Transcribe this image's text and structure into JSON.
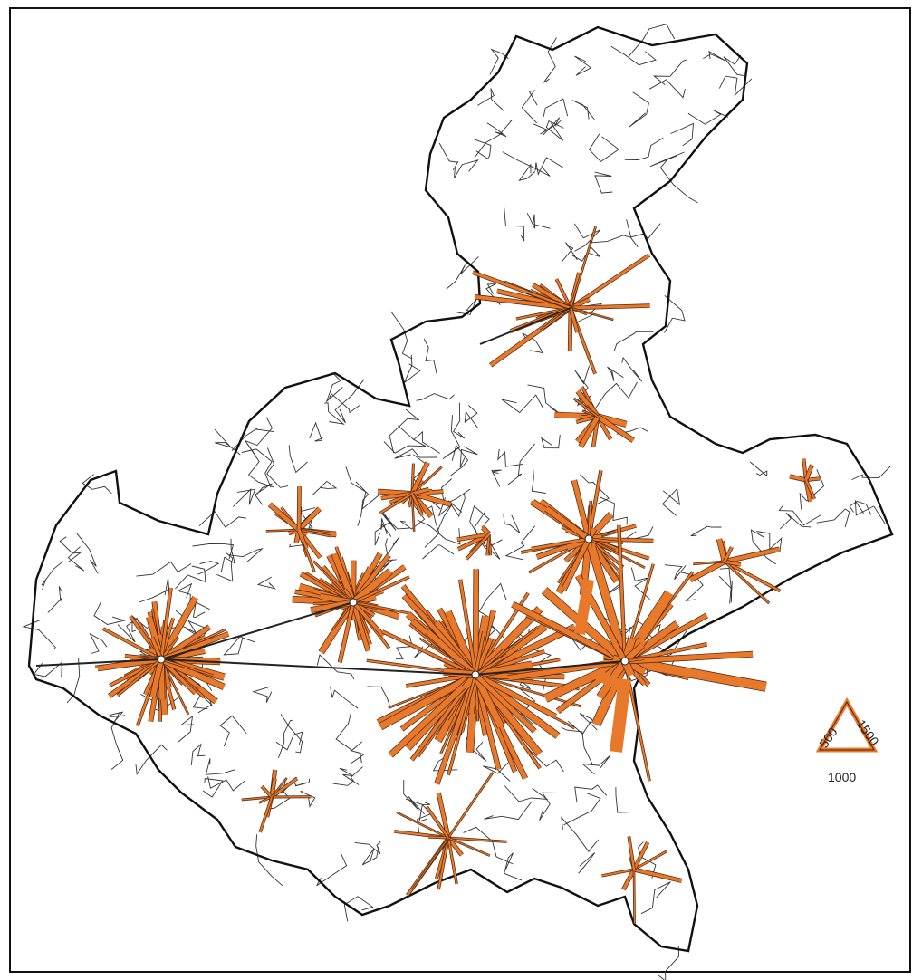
{
  "map": {
    "style": {
      "flow_color": "#e8782a",
      "flow_edge_color": "#4a2410",
      "boundary_color": "#1a1a1a",
      "node_color": "#ffffff"
    }
  },
  "legend": {
    "label_left": "500",
    "label_right": "1500",
    "label_bottom": "1000",
    "symbol": "triangle-scale-icon"
  }
}
